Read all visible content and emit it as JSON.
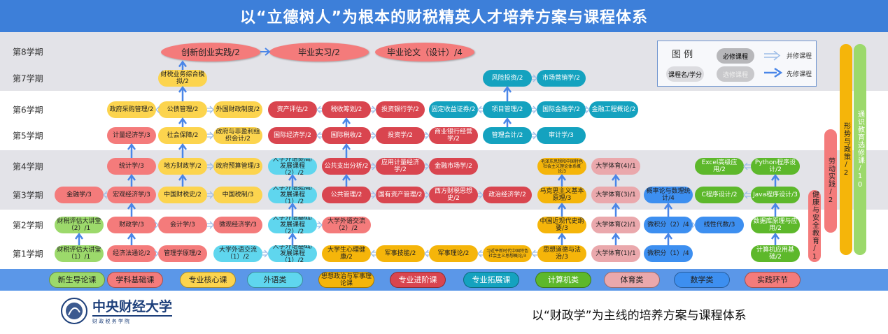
{
  "title": "以“立德树人”为根本的财税精英人才培养方案与课程体系",
  "colors": {
    "intro": "#9cd96b",
    "basic": "#f47b7b",
    "core": "#fcd44e",
    "lang": "#5fd6ee",
    "ideo": "#f5b50a",
    "adv": "#d9454f",
    "ext": "#14a2bf",
    "comp": "#5db82b",
    "pe": "#eaa8ac",
    "math": "#3d8ff0",
    "practice": "#f47b7b"
  },
  "semesters": [
    {
      "label": "第8学期",
      "courses": [
        {
          "name": "创新创业实践/2",
          "cat": "practice"
        },
        {
          "name": "毕业实习/2",
          "cat": "practice"
        },
        {
          "name": "毕业论文（设计）/4",
          "cat": "practice"
        }
      ]
    },
    {
      "label": "第7学期",
      "courses": [
        {
          "name": "财税业务综合模拟/2",
          "cat": "core"
        },
        {
          "name": "风险投资/2",
          "cat": "ext"
        },
        {
          "name": "市场营销学/2",
          "cat": "ext"
        }
      ]
    },
    {
      "label": "第6学期",
      "courses": [
        {
          "name": "政府采购管理/2",
          "cat": "core"
        },
        {
          "name": "公债管理/2",
          "cat": "core"
        },
        {
          "name": "外国财政制度/2",
          "cat": "core"
        },
        {
          "name": "资产评估/2",
          "cat": "adv"
        },
        {
          "name": "税收筹划/2",
          "cat": "adv"
        },
        {
          "name": "投资银行学/2",
          "cat": "adv"
        },
        {
          "name": "固定收益证券/2",
          "cat": "ext"
        },
        {
          "name": "项目管理/2",
          "cat": "ext"
        },
        {
          "name": "国际金融学/2",
          "cat": "ext"
        },
        {
          "name": "金融工程概论/2",
          "cat": "ext"
        }
      ]
    },
    {
      "label": "第5学期",
      "courses": [
        {
          "name": "计量经济学/3",
          "cat": "basic"
        },
        {
          "name": "社会保障/2",
          "cat": "core"
        },
        {
          "name": "政府与非盈利组织会计/2",
          "cat": "core"
        },
        {
          "name": "国际经济学/2",
          "cat": "adv"
        },
        {
          "name": "国际税收/2",
          "cat": "adv"
        },
        {
          "name": "投资学/2",
          "cat": "adv"
        },
        {
          "name": "商业银行经营学/2",
          "cat": "adv"
        },
        {
          "name": "管理会计/2",
          "cat": "ext"
        },
        {
          "name": "审计学/3",
          "cat": "ext"
        }
      ]
    },
    {
      "label": "第4学期",
      "courses": [
        {
          "name": "统计学/3",
          "cat": "basic"
        },
        {
          "name": "地方财政学/2",
          "cat": "core"
        },
        {
          "name": "政府预算管理/3",
          "cat": "core"
        },
        {
          "name": "大学外语提高/发展课程（2）/2",
          "cat": "lang"
        },
        {
          "name": "公共支出分析/2",
          "cat": "adv"
        },
        {
          "name": "应用计量经济学/2",
          "cat": "adv"
        },
        {
          "name": "金融市场学/2",
          "cat": "adv"
        },
        {
          "name": "毛泽东思想和中国特色社会主义理论体系概论/3",
          "cat": "ideo"
        },
        {
          "name": "大学体育(4)/1",
          "cat": "pe"
        },
        {
          "name": "Excel高级应用/2",
          "cat": "comp"
        },
        {
          "name": "Python程序设计/2",
          "cat": "comp"
        }
      ]
    },
    {
      "label": "第3学期",
      "courses": [
        {
          "name": "金融学/3",
          "cat": "basic"
        },
        {
          "name": "宏观经济学/3",
          "cat": "basic"
        },
        {
          "name": "中国财税史/2",
          "cat": "core"
        },
        {
          "name": "中国税制/3",
          "cat": "core"
        },
        {
          "name": "大学外语提高/发展课程（1）/2",
          "cat": "lang"
        },
        {
          "name": "公共管理/2",
          "cat": "adv"
        },
        {
          "name": "国有资产管理/2",
          "cat": "adv"
        },
        {
          "name": "西方财税思想史/2",
          "cat": "adv"
        },
        {
          "name": "政治经济学/2",
          "cat": "adv"
        },
        {
          "name": "马克思主义基本原理/3",
          "cat": "ideo"
        },
        {
          "name": "大学体育(3)/1",
          "cat": "pe"
        },
        {
          "name": "概率论与数理统计/4",
          "cat": "math"
        },
        {
          "name": "C程序设计/2",
          "cat": "comp"
        },
        {
          "name": "Java程序设计/3",
          "cat": "comp"
        }
      ]
    },
    {
      "label": "第2学期",
      "courses": [
        {
          "name": "财税评估大讲堂（2）/1",
          "cat": "intro"
        },
        {
          "name": "财政学/3",
          "cat": "basic"
        },
        {
          "name": "会计学/3",
          "cat": "basic"
        },
        {
          "name": "微观经济学/3",
          "cat": "basic"
        },
        {
          "name": "大学外语基础/发展课程（2）/2",
          "cat": "lang"
        },
        {
          "name": "大学外语交流（2）/2",
          "cat": "basic"
        },
        {
          "name": "中国近现代史纲要/3",
          "cat": "ideo"
        },
        {
          "name": "大学体育(2)/1",
          "cat": "pe"
        },
        {
          "name": "微积分（2）/4",
          "cat": "math"
        },
        {
          "name": "线性代数/3",
          "cat": "math"
        },
        {
          "name": "数据库原理与应用/2",
          "cat": "comp"
        }
      ]
    },
    {
      "label": "第1学期",
      "courses": [
        {
          "name": "财税评估大讲堂（1）/1",
          "cat": "intro"
        },
        {
          "name": "经济法通论/2",
          "cat": "basic"
        },
        {
          "name": "管理学原理/2",
          "cat": "basic"
        },
        {
          "name": "大学外语交流（1）/2",
          "cat": "lang"
        },
        {
          "name": "大学外语基础/发展课程（1）/2",
          "cat": "lang"
        },
        {
          "name": "大学生心理健康/2",
          "cat": "ideo"
        },
        {
          "name": "军事技能/2",
          "cat": "ideo"
        },
        {
          "name": "军事理论/2",
          "cat": "ideo"
        },
        {
          "name": "习近平新时代中国特色社会主义思想概论/3",
          "cat": "ideo"
        },
        {
          "name": "思想道德与法治/3",
          "cat": "ideo"
        },
        {
          "name": "大学体育(1)/1",
          "cat": "pe"
        },
        {
          "name": "微积分（1）/4",
          "cat": "math"
        },
        {
          "name": "计算机应用基础/2",
          "cat": "comp"
        }
      ]
    }
  ],
  "legend": {
    "title": "图  例",
    "required": "必修课程",
    "elective": "选修课程",
    "name_credit": "课程名/学分",
    "concurrent": "并修课程",
    "prerequisite": "先修课程"
  },
  "vertical_bars": [
    {
      "name": "健康与安全教育/1",
      "cat": "practice"
    },
    {
      "name": "劳动实践/2",
      "cat": "practice"
    },
    {
      "name": "形势与政策/2",
      "cat": "ideo"
    },
    {
      "name": "通识教育选修课/10",
      "cat": "intro"
    }
  ],
  "categories": [
    {
      "label": "新生导论课",
      "cat": "intro"
    },
    {
      "label": "学科基础课",
      "cat": "basic"
    },
    {
      "label": "专业核心课",
      "cat": "core"
    },
    {
      "label": "外语类",
      "cat": "lang"
    },
    {
      "label": "思想政治与军事理论课",
      "cat": "ideo"
    },
    {
      "label": "专业进阶课",
      "cat": "adv"
    },
    {
      "label": "专业拓展课",
      "cat": "ext"
    },
    {
      "label": "计算机类",
      "cat": "comp"
    },
    {
      "label": "体育类",
      "cat": "pe"
    },
    {
      "label": "数学类",
      "cat": "math"
    },
    {
      "label": "实践环节",
      "cat": "practice"
    }
  ],
  "logo": {
    "name": "中央财经大学",
    "school": "财 政 税 务 学 院"
  },
  "subtitle": "以“财政学”为主线的培养方案与课程体系"
}
